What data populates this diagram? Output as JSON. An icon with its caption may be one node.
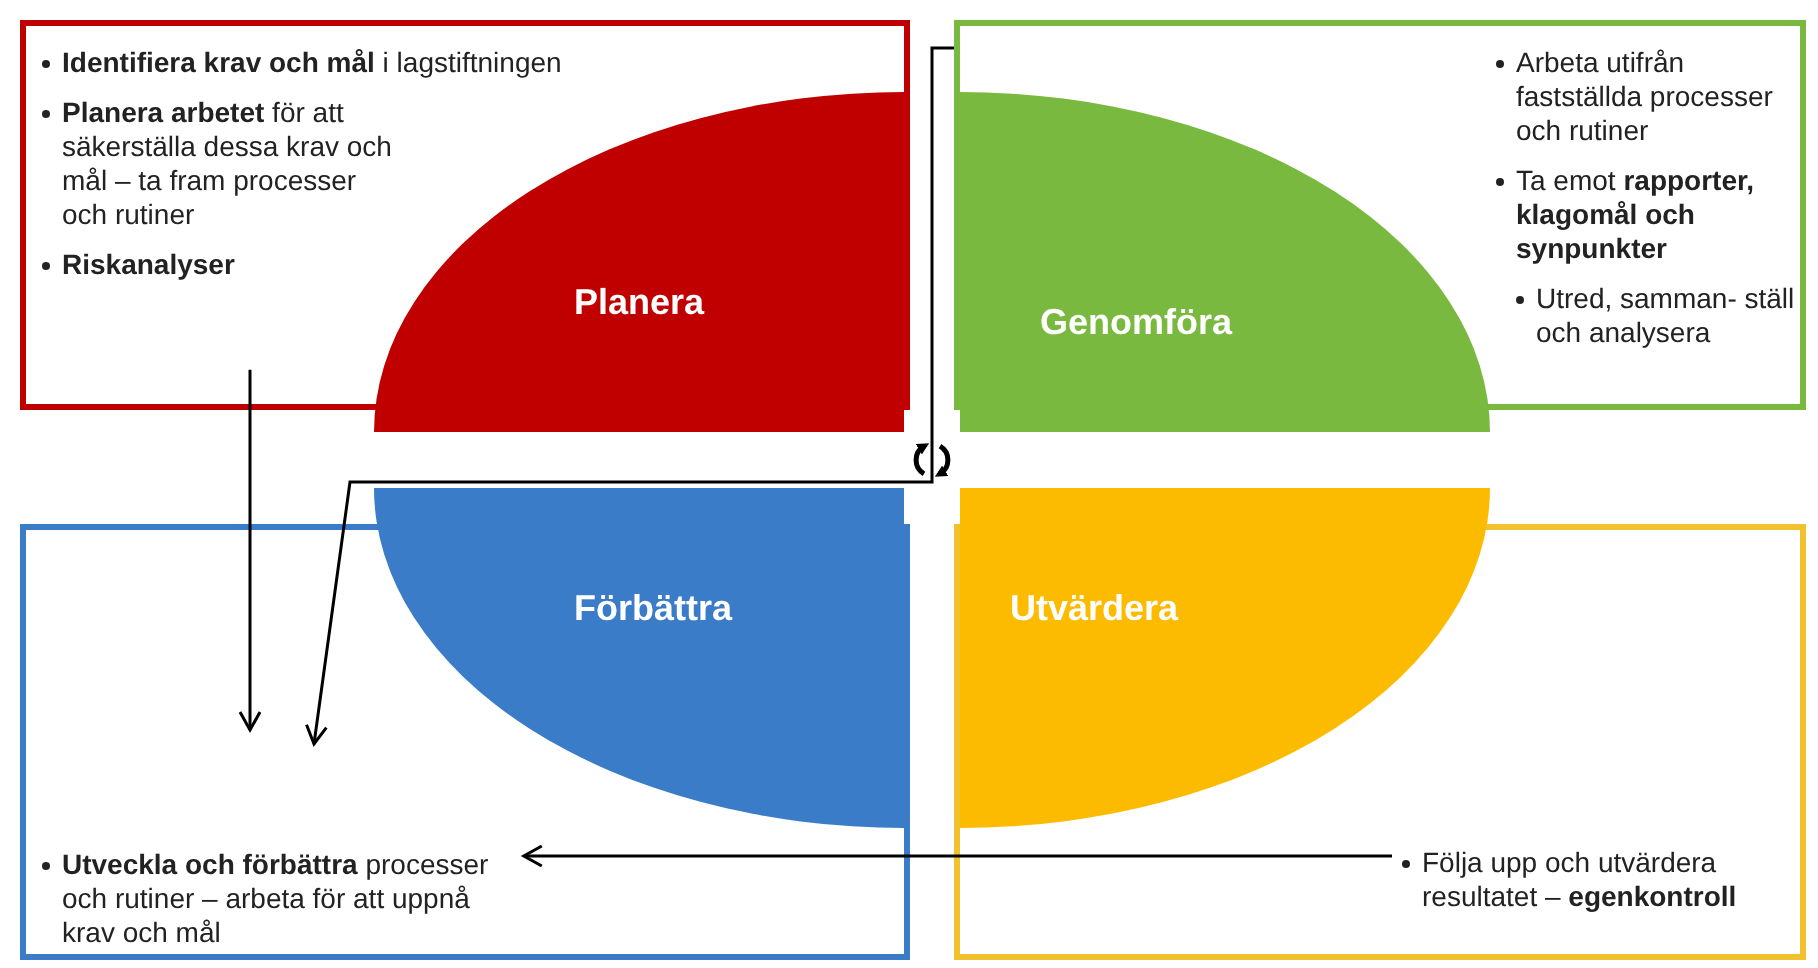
{
  "diagram": {
    "nodes": [
      {
        "text": [
          "**Identifiera krav och mål** i lagstiftningen",
          "**Planera arbetet** för att säkerställa dessa krav och mål – ta fram processer och rutiner",
          "**Riskanalyser**"
        ]
      },
      {
        "text": [
          "Arbeta utifrån fastställda processer och rutiner",
          "Ta emot **rapporter, klagomål och synpunkter**",
          "Utred, samman- ställ och analysera"
        ]
      },
      {
        "text": [
          "**Utveckla och förbättra** processer och rutiner – arbeta för att uppnå krav och mål"
        ]
      },
      {
        "text": [
          "Följa upp och utvärdera resultatet – **egenkontroll**"
        ]
      },
      {
        "text": [
          "Planera"
        ]
      },
      {
        "text": [
          "Genomföra"
        ]
      },
      {
        "text": [
          "Förbättra"
        ]
      },
      {
        "text": [
          "Utvärdera"
        ]
      }
    ],
    "edges": [
      {
        "from": 0,
        "to": 2,
        "arrow": "to"
      },
      {
        "from": 1,
        "to": 2,
        "arrow": "to"
      },
      {
        "from": 3,
        "to": 2,
        "arrow": "to"
      }
    ]
  }
}
